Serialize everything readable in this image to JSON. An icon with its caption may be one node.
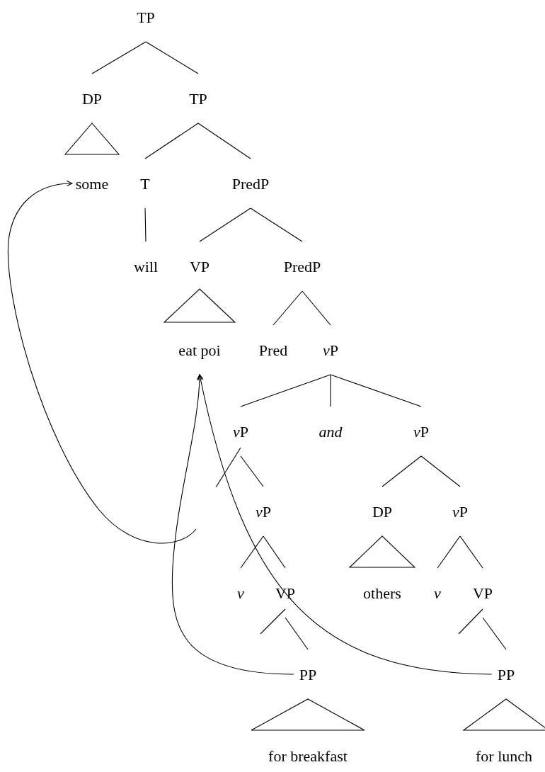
{
  "diagram": {
    "nodes": [
      {
        "text": [
          "TP"
        ]
      },
      {
        "text": [
          "DP"
        ]
      },
      {
        "text": [
          "TP"
        ]
      },
      {
        "text": [],
        "shape": "triangle"
      },
      {
        "text": [
          "some"
        ]
      },
      {
        "text": [
          "T"
        ]
      },
      {
        "text": [
          "PredP"
        ]
      },
      {
        "text": [
          "will"
        ]
      },
      {
        "text": [
          "VP"
        ]
      },
      {
        "text": [
          "PredP"
        ]
      },
      {
        "text": [],
        "shape": "triangle"
      },
      {
        "text": [
          "eat poi"
        ]
      },
      {
        "text": [
          "Pred"
        ]
      },
      {
        "text": [
          "vP"
        ]
      },
      {
        "text": [
          "vP"
        ]
      },
      {
        "text": [
          "and"
        ]
      },
      {
        "text": [
          "vP"
        ]
      },
      {
        "text": [
          "vP"
        ]
      },
      {
        "text": [
          "DP"
        ]
      },
      {
        "text": [
          "vP"
        ]
      },
      {
        "text": [
          "v"
        ]
      },
      {
        "text": [
          "VP"
        ]
      },
      {
        "text": [],
        "shape": "triangle"
      },
      {
        "text": [
          "others"
        ]
      },
      {
        "text": [
          "v"
        ]
      },
      {
        "text": [
          "VP"
        ]
      },
      {
        "text": [
          "PP"
        ]
      },
      {
        "text": [
          "PP"
        ]
      },
      {
        "text": [],
        "shape": "triangle"
      },
      {
        "text": [],
        "shape": "triangle"
      },
      {
        "text": [
          "for breakfast"
        ]
      },
      {
        "text": [
          "for lunch"
        ]
      }
    ],
    "edges": [
      {
        "from": 0,
        "to": 1,
        "arrow": "none"
      },
      {
        "from": 0,
        "to": 2,
        "arrow": "none"
      },
      {
        "from": 2,
        "to": 5,
        "arrow": "none"
      },
      {
        "from": 2,
        "to": 6,
        "arrow": "none"
      },
      {
        "from": 5,
        "to": 7,
        "arrow": "none"
      },
      {
        "from": 6,
        "to": 8,
        "arrow": "none"
      },
      {
        "from": 6,
        "to": 9,
        "arrow": "none"
      },
      {
        "from": 9,
        "to": 12,
        "arrow": "none"
      },
      {
        "from": 9,
        "to": 13,
        "arrow": "none"
      },
      {
        "from": 13,
        "to": 14,
        "arrow": "none"
      },
      {
        "from": 13,
        "to": 15,
        "arrow": "none"
      },
      {
        "from": 13,
        "to": 16,
        "arrow": "none"
      },
      {
        "from": 14,
        "to": null,
        "arrow": "none"
      },
      {
        "from": 14,
        "to": 17,
        "arrow": "none"
      },
      {
        "from": 16,
        "to": 18,
        "arrow": "none"
      },
      {
        "from": 16,
        "to": 19,
        "arrow": "none"
      },
      {
        "from": 17,
        "to": 20,
        "arrow": "none"
      },
      {
        "from": 17,
        "to": 21,
        "arrow": "none"
      },
      {
        "from": 19,
        "to": 24,
        "arrow": "none"
      },
      {
        "from": 19,
        "to": 25,
        "arrow": "none"
      },
      {
        "from": 21,
        "to": null,
        "arrow": "none"
      },
      {
        "from": 21,
        "to": 26,
        "arrow": "none"
      },
      {
        "from": 25,
        "to": null,
        "arrow": "none"
      },
      {
        "from": 25,
        "to": 27,
        "arrow": "none"
      },
      {
        "from": 26,
        "to": 11,
        "arrow": "to"
      },
      {
        "from": 27,
        "to": 11,
        "arrow": "to"
      },
      {
        "from": null,
        "to": 4,
        "arrow": "to"
      }
    ]
  }
}
